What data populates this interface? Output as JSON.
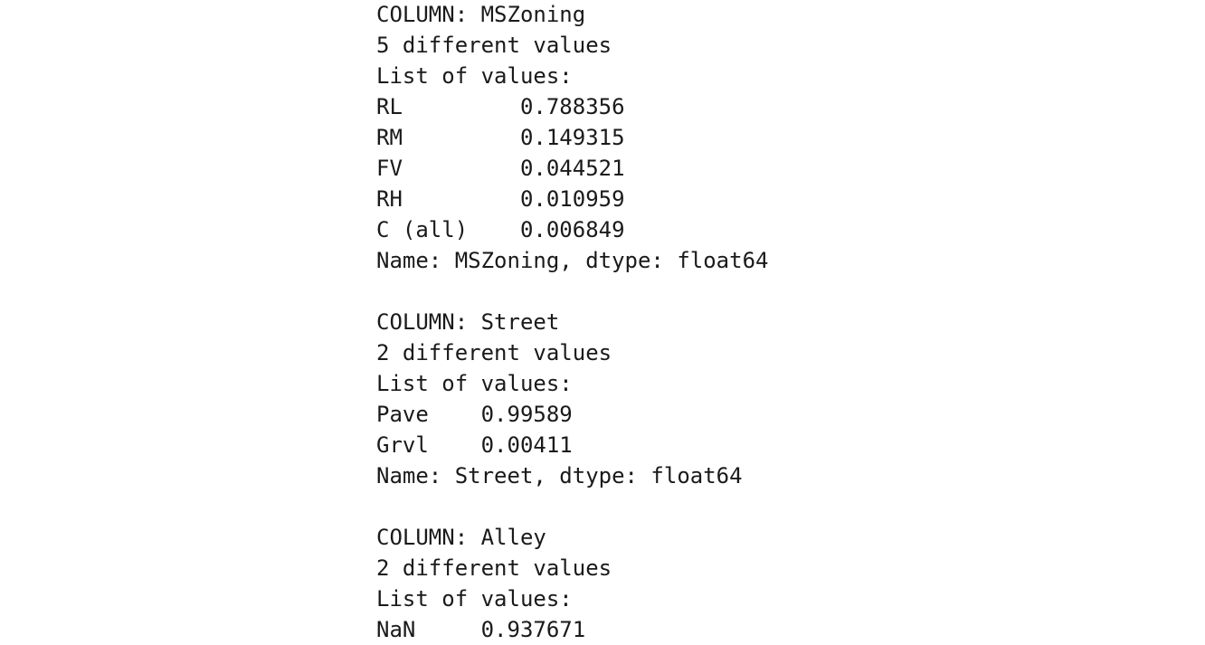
{
  "output_lines": [
    "COLUMN: MSZoning",
    "5 different values",
    "List of values:",
    "RL         0.788356",
    "RM         0.149315",
    "FV         0.044521",
    "RH         0.010959",
    "C (all)    0.006849",
    "Name: MSZoning, dtype: float64",
    "",
    "COLUMN: Street",
    "2 different values",
    "List of values:",
    "Pave    0.99589",
    "Grvl    0.00411",
    "Name: Street, dtype: float64",
    "",
    "COLUMN: Alley",
    "2 different values",
    "List of values:",
    "NaN     0.937671"
  ]
}
